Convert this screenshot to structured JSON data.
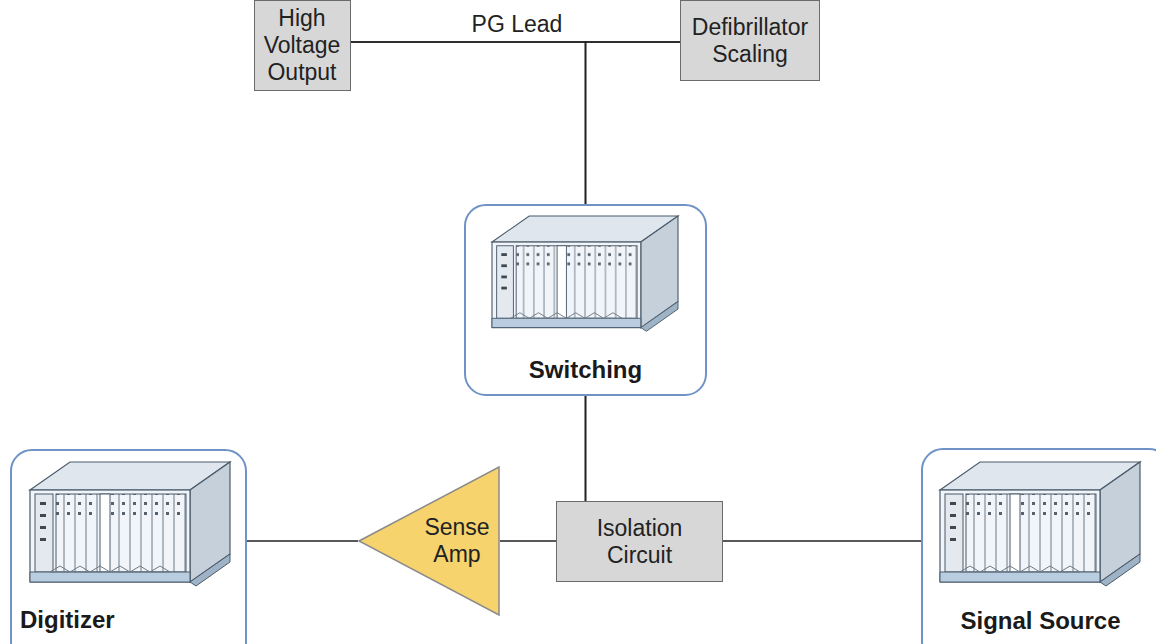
{
  "diagram": {
    "nodes": [
      {
        "text": [
          "High Voltage Output"
        ]
      },
      {
        "text": [
          "Defibrillator Scaling"
        ]
      },
      {
        "text": [
          "Switching"
        ]
      },
      {
        "text": [
          "Digitizer"
        ]
      },
      {
        "text": [
          "Sense Amp"
        ]
      },
      {
        "text": [
          "Isolation Circuit"
        ]
      },
      {
        "text": [
          "Signal Source"
        ]
      }
    ],
    "edges": [
      {
        "from": 0,
        "to": 1,
        "label": "PG Lead",
        "arrow": "none"
      },
      {
        "from": 0,
        "to": 2,
        "arrow": "none"
      },
      {
        "from": 1,
        "to": 2,
        "arrow": "none"
      },
      {
        "from": 2,
        "to": 4,
        "arrow": "none"
      },
      {
        "from": 2,
        "to": 5,
        "arrow": "none"
      },
      {
        "from": 4,
        "to": 3,
        "arrow": "none"
      },
      {
        "from": 5,
        "to": 6,
        "arrow": "none"
      }
    ]
  }
}
